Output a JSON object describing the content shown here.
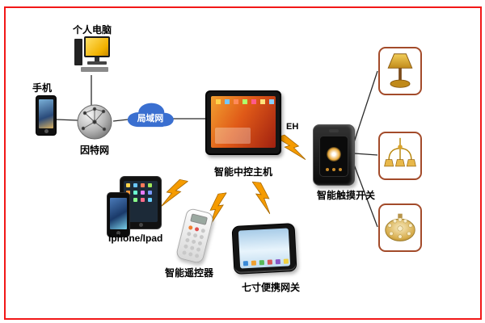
{
  "nodes": {
    "pc": {
      "label": "个人电脑"
    },
    "phone": {
      "label": "手机"
    },
    "internet": {
      "label": "因特网"
    },
    "lan": {
      "label": "局域网"
    },
    "host": {
      "label": "智能中控主机"
    },
    "eh_link": {
      "label": "EH"
    },
    "touch_switch": {
      "label": "智能触摸开关"
    },
    "mobile_devices": {
      "label": "Iphone/Ipad"
    },
    "remote": {
      "label": "智能遥控器"
    },
    "gateway": {
      "label": "七寸便携网关"
    }
  },
  "icons": {
    "globe": "internet-globe-icon",
    "cloud": "lan-cloud-icon",
    "bolt": "lightning-bolt-icon",
    "lamp1": "table-lamp-icon",
    "lamp2": "chandelier-icon",
    "lamp3": "ceiling-lamp-icon"
  },
  "colors": {
    "frame_red": "#f21818",
    "cloud_blue": "#3a6fd0",
    "bolt_orange": "#f59b00",
    "lamp_gold": "#d9a22a",
    "lamp_box_border": "#a34b2a",
    "host_screen_orange": "#e05a18"
  }
}
